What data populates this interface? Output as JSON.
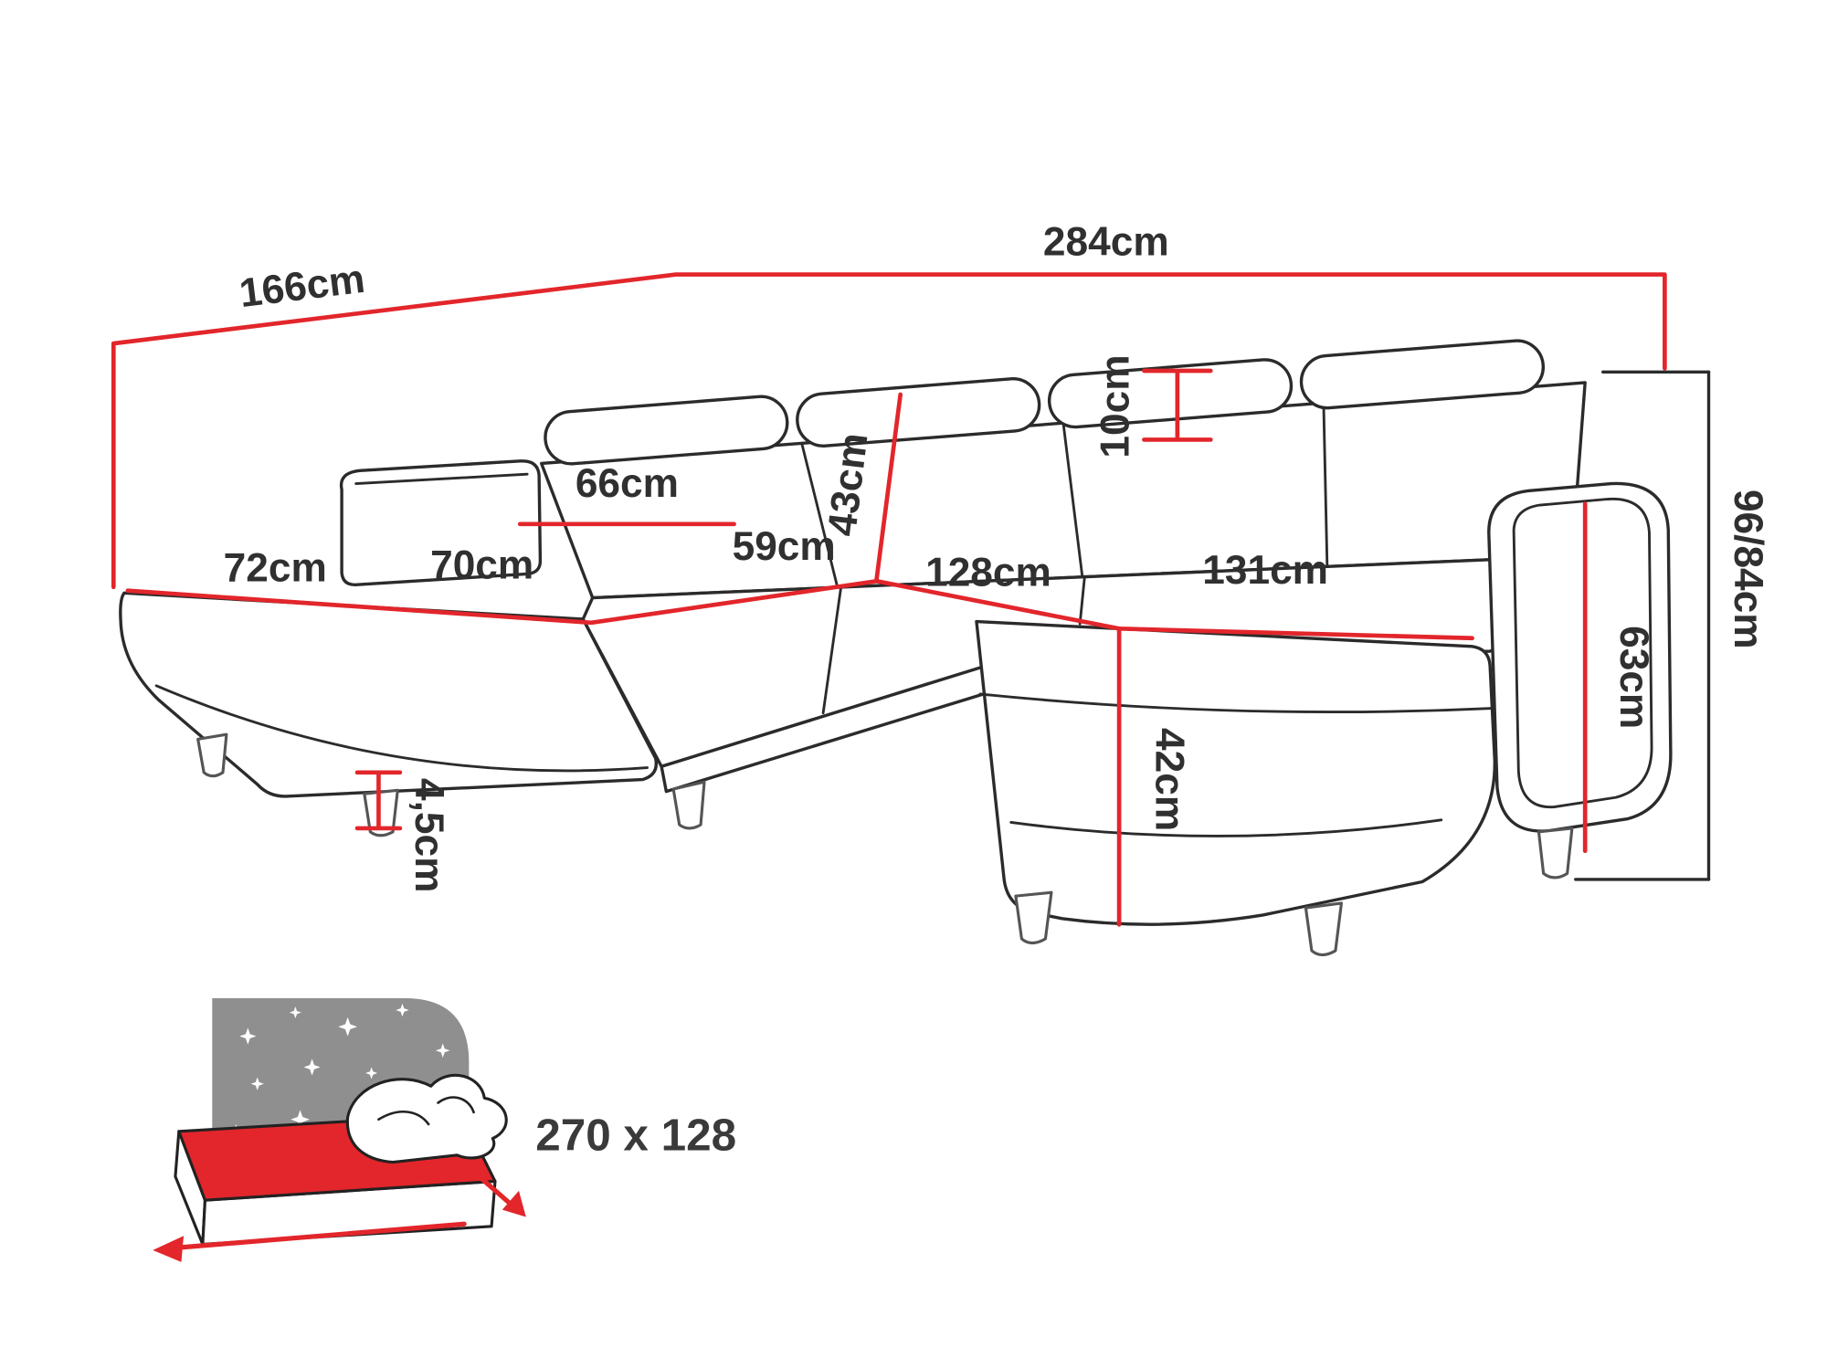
{
  "diagram": {
    "type": "sofa-dimension-diagram",
    "colors": {
      "dimension_red": "#e2262b",
      "outline_black": "#2b2b2b",
      "label_text": "#303030",
      "bed_icon_gray": "#8f8f8f",
      "bed_icon_red": "#e2262b"
    },
    "labels": {
      "total_width": "284cm",
      "left_depth": "166cm",
      "total_height": "96/84cm",
      "armrest_height": "63cm",
      "headrest_thickness": "10cm",
      "backrest_height": "43cm",
      "headrest_width": "66cm",
      "left_chaise_width": "72cm",
      "left_seat_depth": "70cm",
      "corner_seat_width": "59cm",
      "middle_seat_width": "128cm",
      "right_chaise_length": "131cm",
      "seat_height": "42cm",
      "leg_height": "4,5cm"
    },
    "sleeping_area": {
      "label": "270 x 128"
    }
  }
}
